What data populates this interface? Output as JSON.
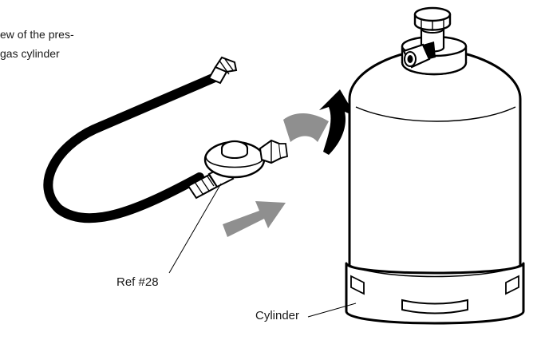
{
  "caption": {
    "line1": "ew of the pres-",
    "line2": "gas cylinder"
  },
  "labels": {
    "regulator": "Ref #28",
    "cylinder": "Cylinder"
  },
  "colors": {
    "ink": "#000000",
    "arrow": "#8f8f8f",
    "background": "#ffffff"
  }
}
